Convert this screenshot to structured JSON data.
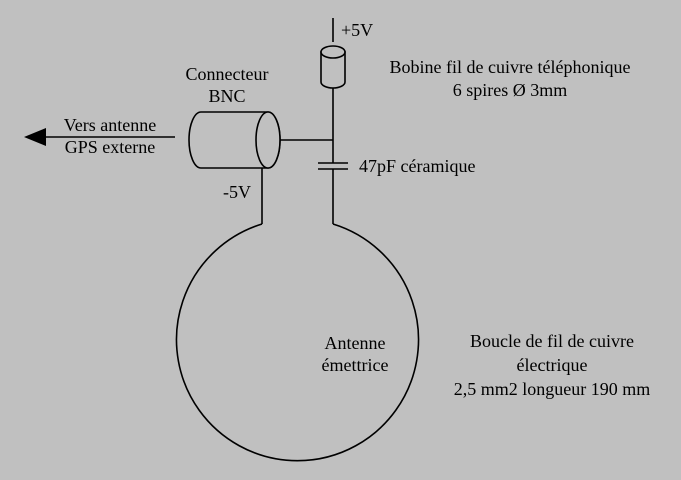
{
  "labels": {
    "supply_plus": "+5V",
    "supply_minus": "-5V",
    "coil_line1": "Bobine fil de cuivre téléphonique",
    "coil_line2": "6 spires Ø 3mm",
    "connector_line1": "Connecteur",
    "connector_line2": "BNC",
    "output_line1": "Vers antenne",
    "output_line2": "GPS externe",
    "capacitor": "47pF céramique",
    "antenna_line1": "Antenne",
    "antenna_line2": "émettrice",
    "loop_line1": "Boucle de fil de cuivre",
    "loop_line2": "électrique",
    "loop_line3": "2,5 mm2 longueur 190 mm"
  },
  "colors": {
    "background": "#c0c0c0",
    "ink": "#000000"
  }
}
